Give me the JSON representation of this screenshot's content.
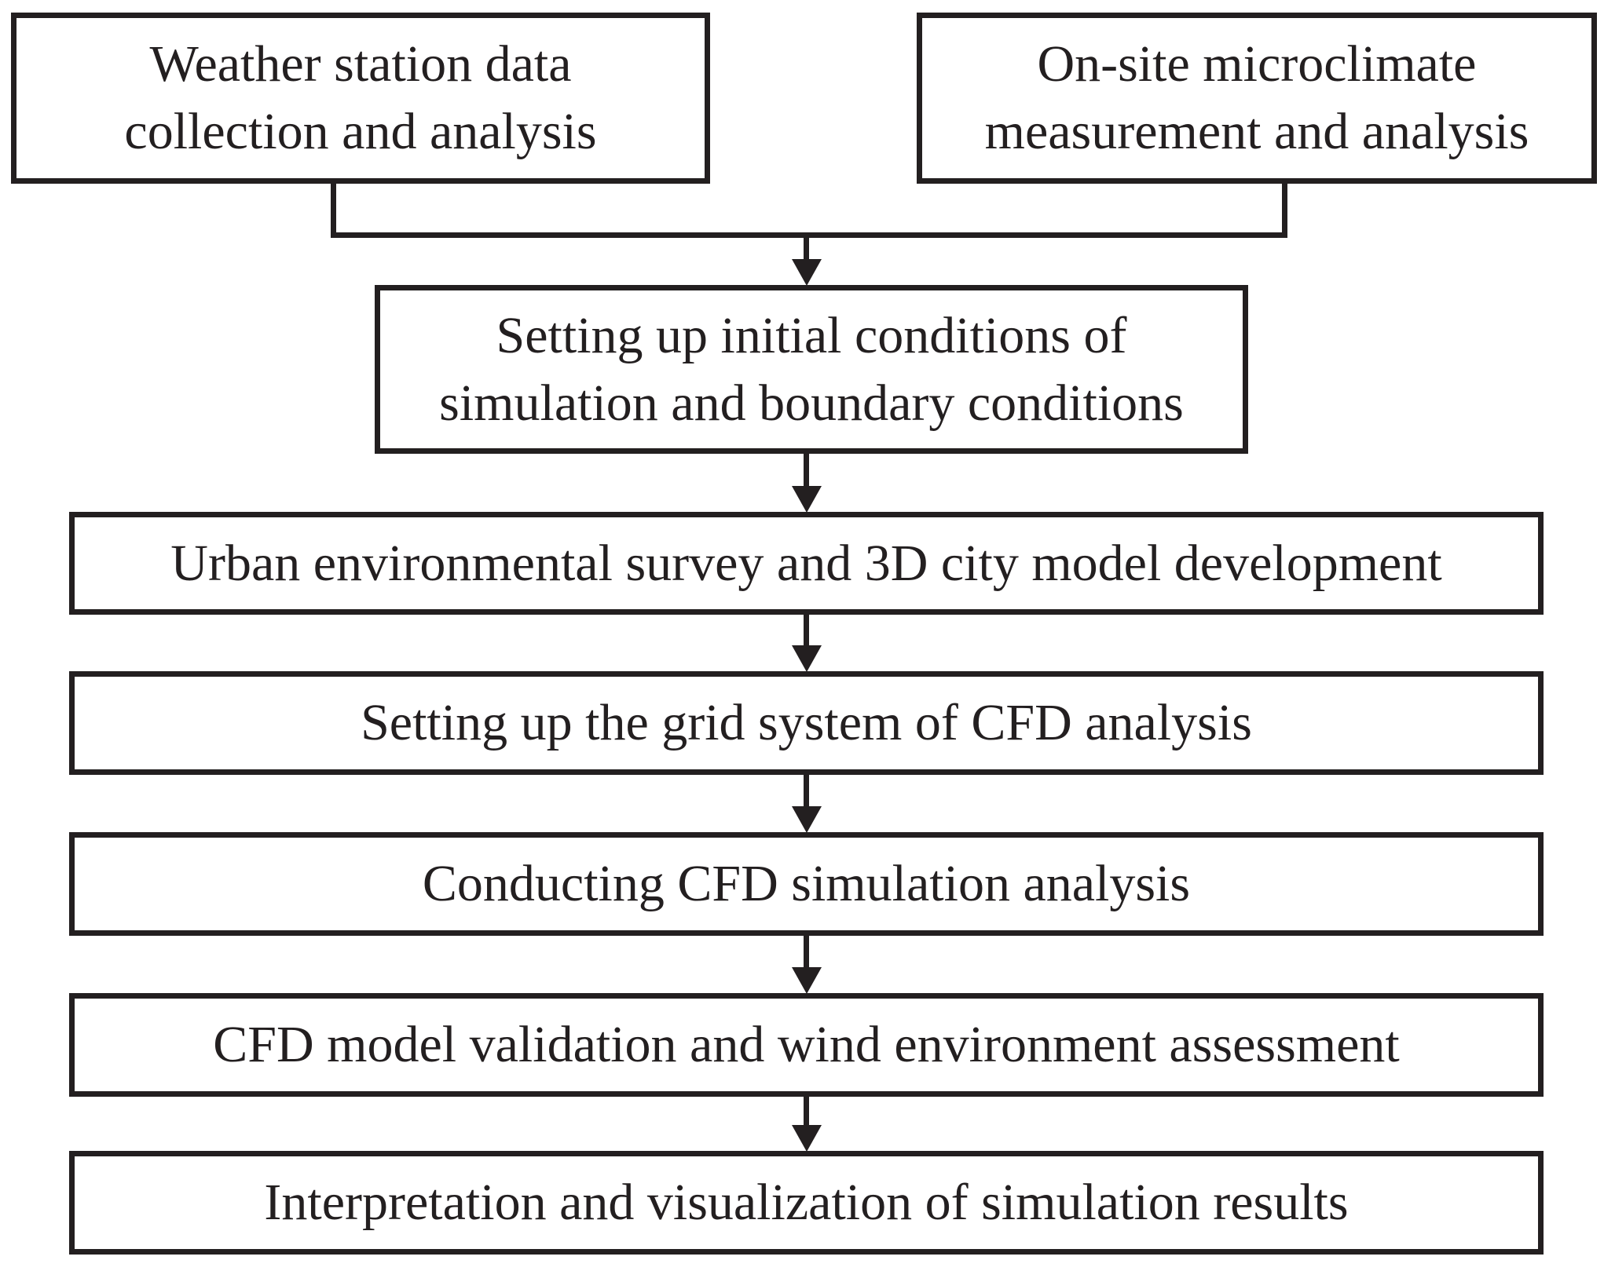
{
  "theme": {
    "line-color": "#231f20",
    "text-color": "#231f20",
    "canvas-color": "#ffffff"
  },
  "flowchart": {
    "figure_type": "flowchart",
    "nodes": [
      {
        "id": "weather-station-data",
        "label": "Weather station data collection and analysis",
        "lines": [
          "Weather station data",
          "collection and analysis"
        ]
      },
      {
        "id": "onsite-microclimate",
        "label": "On-site microclimate measurement and analysis",
        "lines": [
          "On-site microclimate",
          "measurement and analysis"
        ]
      },
      {
        "id": "initial-conditions",
        "label": "Setting up initial conditions of simulation and boundary conditions",
        "lines": [
          "Setting up initial conditions of",
          "simulation and boundary conditions"
        ]
      },
      {
        "id": "urban-survey",
        "label": "Urban environmental survey and 3D city model development",
        "lines": [
          "Urban environmental survey and 3D city model development"
        ]
      },
      {
        "id": "grid-system",
        "label": "Setting up the grid system of CFD analysis",
        "lines": [
          "Setting up the grid system of CFD analysis"
        ]
      },
      {
        "id": "cfd-simulation",
        "label": "Conducting CFD simulation analysis",
        "lines": [
          "Conducting CFD simulation analysis"
        ]
      },
      {
        "id": "model-validation",
        "label": "CFD model validation and wind environment assessment",
        "lines": [
          "CFD model validation and wind environment assessment"
        ]
      },
      {
        "id": "interpretation",
        "label": "Interpretation and visualization of simulation results",
        "lines": [
          "Interpretation and visualization of simulation results"
        ]
      }
    ],
    "edges": [
      {
        "from": "weather-station-data",
        "to": "initial-conditions",
        "style": "merge"
      },
      {
        "from": "onsite-microclimate",
        "to": "initial-conditions",
        "style": "merge"
      },
      {
        "from": "initial-conditions",
        "to": "urban-survey",
        "style": "arrow"
      },
      {
        "from": "urban-survey",
        "to": "grid-system",
        "style": "arrow"
      },
      {
        "from": "grid-system",
        "to": "cfd-simulation",
        "style": "arrow"
      },
      {
        "from": "cfd-simulation",
        "to": "model-validation",
        "style": "arrow"
      },
      {
        "from": "model-validation",
        "to": "interpretation",
        "style": "arrow"
      }
    ]
  }
}
